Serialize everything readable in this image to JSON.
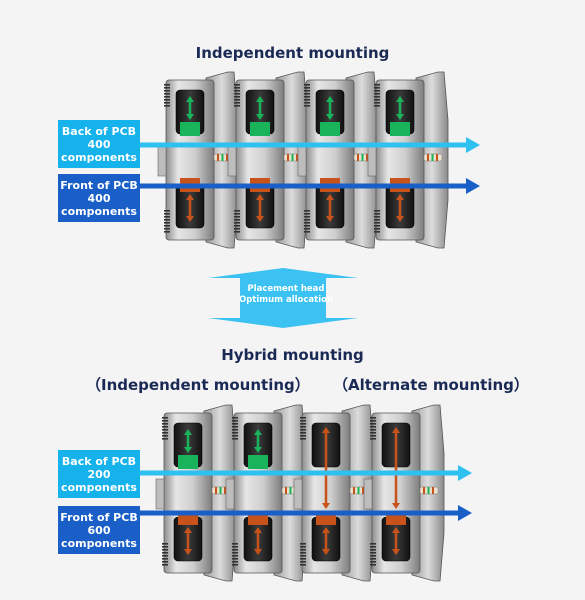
{
  "section_top": {
    "title": "Independent mounting",
    "back_label": {
      "line1": "Back of PCB",
      "line2": "400",
      "line3": "components"
    },
    "front_label": {
      "line1": "Front of PCB",
      "line2": "400",
      "line3": "components"
    }
  },
  "allocation": {
    "line1": "Placement head",
    "line2": "Optimum allocation"
  },
  "section_bottom": {
    "title": "Hybrid mounting",
    "left_subtitle": "（Independent mounting）",
    "right_subtitle": "（Alternate mounting）",
    "back_label": {
      "line1": "Back of PCB",
      "line2": "200",
      "line3": "components"
    },
    "front_label": {
      "line1": "Front of PCB",
      "line2": "600",
      "line3": "components"
    }
  },
  "colors": {
    "back_arrow": "#2fc0f2",
    "front_arrow": "#1a5fc7",
    "back_component": "#18b35a",
    "front_component": "#c8531a",
    "allocation_arrow": "#3bc2f3"
  }
}
